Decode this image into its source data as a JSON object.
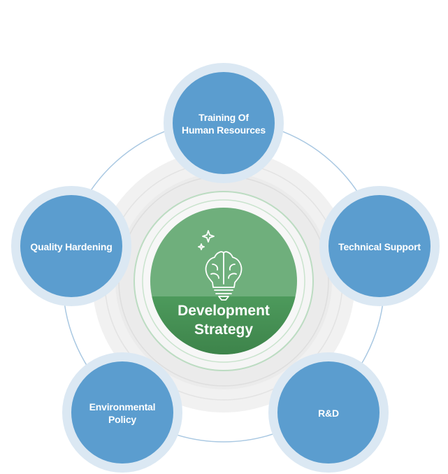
{
  "center": {
    "title": "Development\nStrategy",
    "icon": "brain-lightbulb-icon",
    "colors": {
      "top": "#6faf7c",
      "bottom": "#3f8b4e"
    }
  },
  "nodes": [
    {
      "label": "Training Of\nHuman Resources"
    },
    {
      "label": "Technical Support"
    },
    {
      "label": "R&D"
    },
    {
      "label": "Environmental\nPolicy"
    },
    {
      "label": "Quality Hardening"
    }
  ],
  "colors": {
    "node_fill": "#5b9dcf",
    "node_halo": "#dbe8f3",
    "ring": "#a9c8e2",
    "background_disc": "#efefef",
    "green_ring": "#b9dcbf"
  }
}
